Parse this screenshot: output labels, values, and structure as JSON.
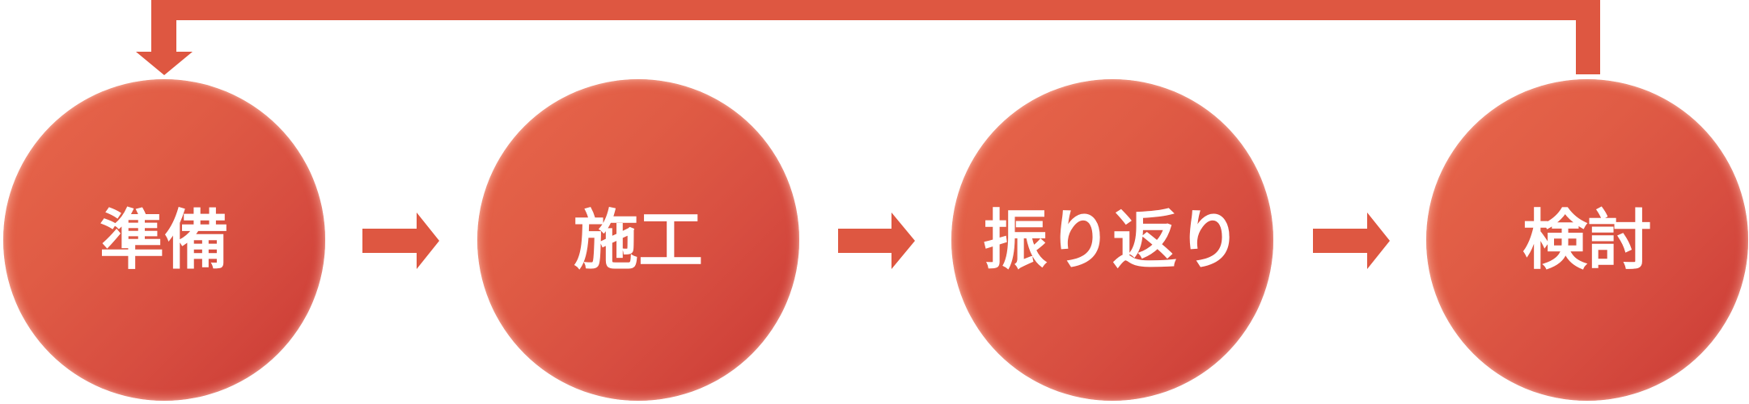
{
  "diagram": {
    "type": "cycle-flow",
    "colors": {
      "arrow": "#DE5741",
      "circle_light": "#E8674B",
      "circle_dark": "#C93934",
      "label": "#FFFFFF",
      "background": "#FFFFFF"
    },
    "steps": [
      {
        "label": "準備"
      },
      {
        "label": "施工"
      },
      {
        "label": "振り返り"
      },
      {
        "label": "検討"
      }
    ],
    "arrows": [
      {
        "from": "準備",
        "to": "施工",
        "icon": "arrow-right-icon"
      },
      {
        "from": "施工",
        "to": "振り返り",
        "icon": "arrow-right-icon"
      },
      {
        "from": "振り返り",
        "to": "検討",
        "icon": "arrow-right-icon"
      },
      {
        "from": "検討",
        "to": "準備",
        "icon": "loop-back-arrow-icon"
      }
    ]
  }
}
